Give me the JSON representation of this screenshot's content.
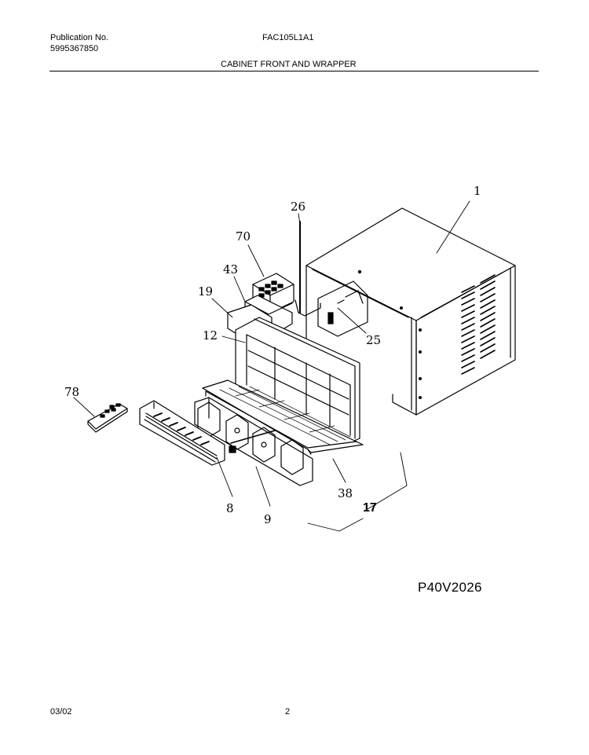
{
  "header": {
    "publication_label": "Publication No.",
    "publication_number": "5995367850",
    "model_number": "FAC105L1A1",
    "section_title": "CABINET FRONT AND WRAPPER"
  },
  "diagram": {
    "code": "P40V2026",
    "callouts": {
      "wrapper": "1",
      "bracket": "26",
      "control_panel": "70",
      "front_top": "43",
      "label": "19",
      "filter": "12",
      "part_25": "25",
      "remote": "78",
      "grille": "8",
      "louvers": "9",
      "front_panel": "38",
      "assembly": "17"
    }
  },
  "footer": {
    "date": "03/02",
    "page": "2"
  }
}
